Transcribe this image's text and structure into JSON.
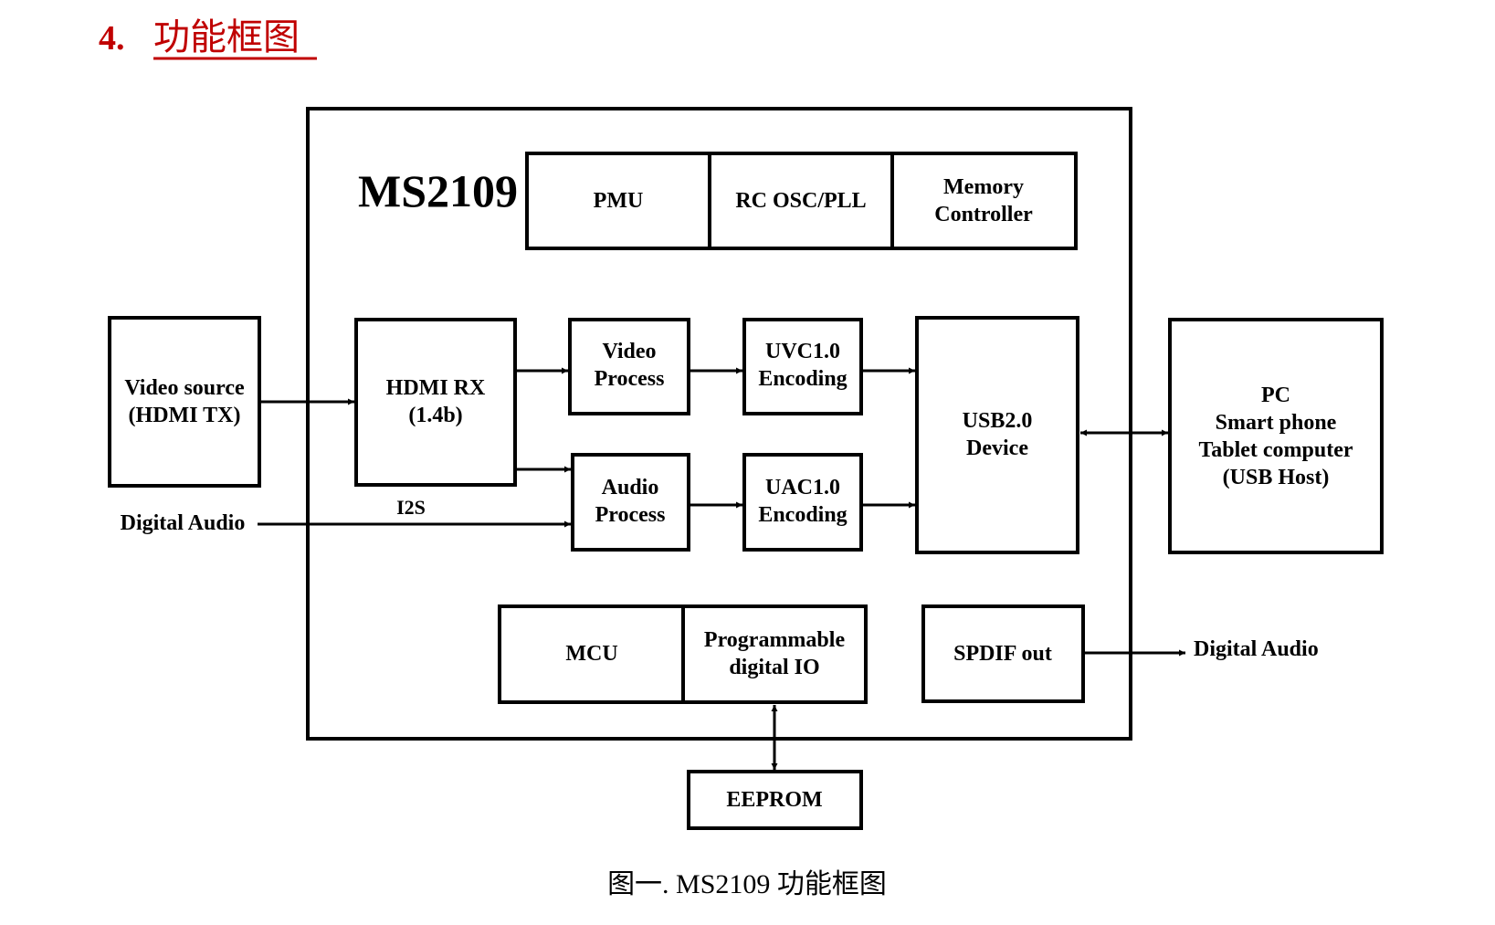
{
  "heading": {
    "number": "4.",
    "title": "功能框图",
    "color": "#c00000"
  },
  "caption": "图一. MS2109 功能框图",
  "chip": {
    "name": "MS2109"
  },
  "blocks": {
    "pmu": [
      "PMU"
    ],
    "rc_osc": [
      "RC OSC/PLL"
    ],
    "memory": [
      "Memory",
      "Controller"
    ],
    "video_source": [
      "Video source",
      "(HDMI TX)"
    ],
    "hdmi_rx": [
      "HDMI RX",
      "(1.4b)"
    ],
    "video_process": [
      "Video",
      "Process"
    ],
    "audio_process": [
      "Audio",
      "Process"
    ],
    "uvc": [
      "UVC1.0",
      "Encoding"
    ],
    "uac": [
      "UAC1.0",
      "Encoding"
    ],
    "usb": [
      "USB2.0",
      "Device"
    ],
    "host": [
      "PC",
      "Smart phone",
      "Tablet computer",
      "(USB Host)"
    ],
    "mcu": [
      "MCU"
    ],
    "gpio": [
      "Programmable",
      "digital IO"
    ],
    "spdif": [
      "SPDIF out"
    ],
    "eeprom": [
      "EEPROM"
    ]
  },
  "signals": {
    "digital_audio_in": "Digital Audio",
    "i2s": "I2S",
    "digital_audio_out": "Digital Audio"
  }
}
